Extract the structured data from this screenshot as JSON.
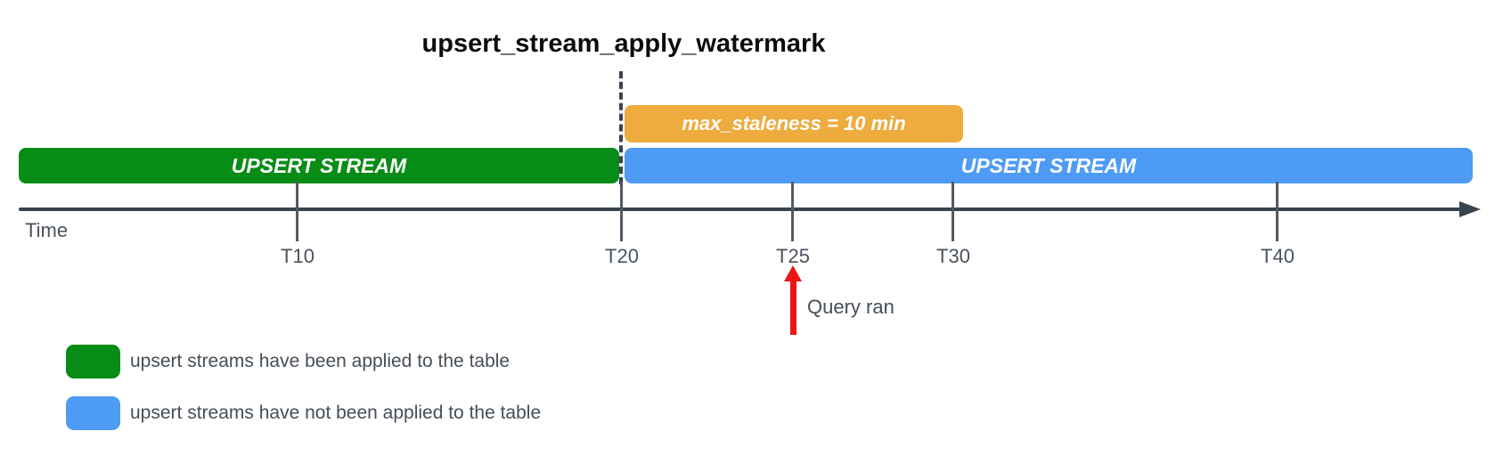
{
  "title": "upsert_stream_apply_watermark",
  "bars": {
    "applied_label": "UPSERT STREAM",
    "unapplied_label": "UPSERT STREAM",
    "staleness_label": "max_staleness = 10 min"
  },
  "timeline": {
    "axis_label": "Time",
    "ticks": [
      {
        "label": "T10"
      },
      {
        "label": "T20"
      },
      {
        "label": "T25"
      },
      {
        "label": "T30"
      },
      {
        "label": "T40"
      }
    ]
  },
  "annotation": {
    "query_label": "Query ran"
  },
  "legend": [
    {
      "label": "upsert streams have been applied to the table",
      "color": "#078c16"
    },
    {
      "label": "upsert streams have not been applied to the table",
      "color": "#4d9bf5"
    }
  ],
  "colors": {
    "applied_green": "#078c16",
    "unapplied_blue": "#4d9bf5",
    "staleness_orange": "#eeab3e",
    "axis_dark": "#39434e",
    "tick_gray": "#4f5963",
    "label_gray": "#49525b",
    "query_arrow_red": "#ec1515"
  }
}
